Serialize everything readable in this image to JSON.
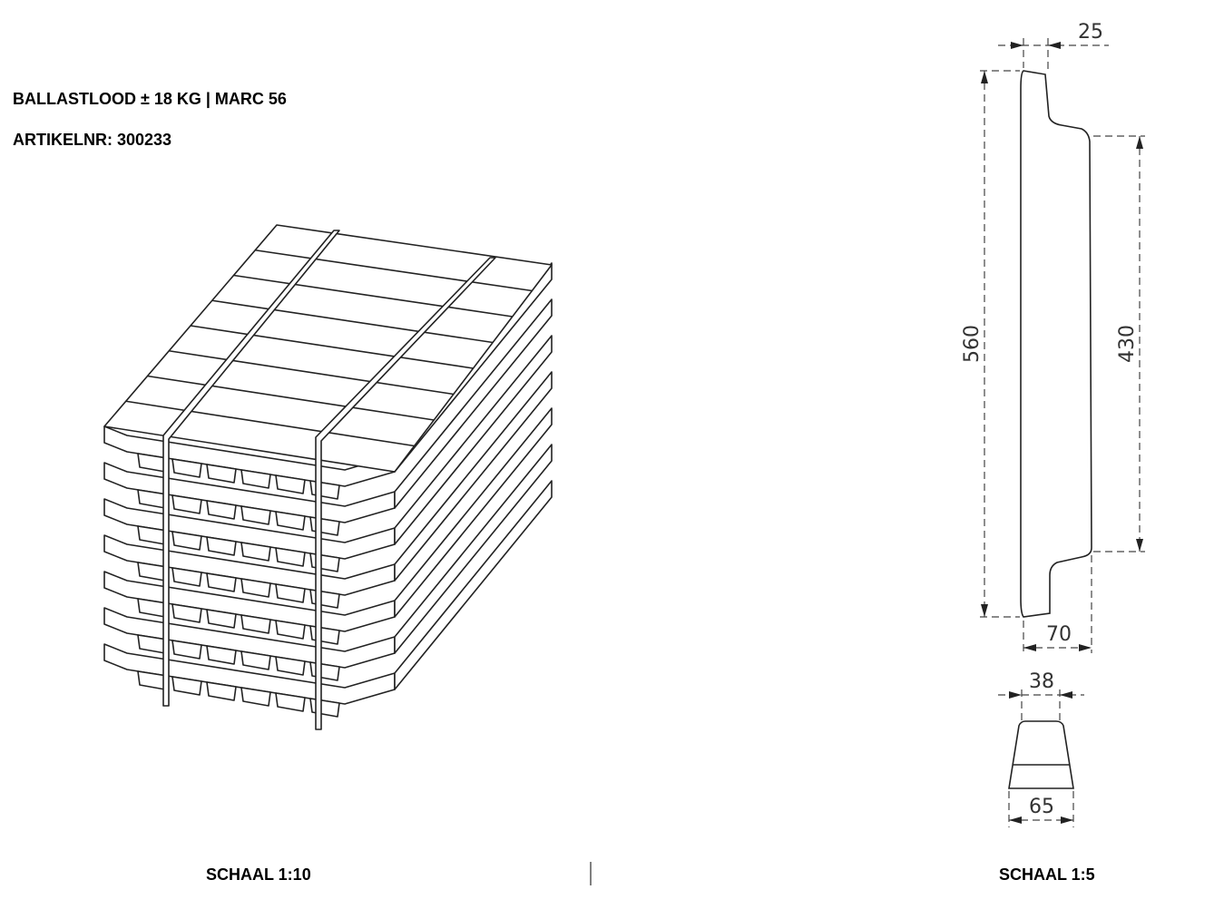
{
  "title": "BALLASTLOOD ± 18 KG | MARC 56",
  "article": "ARTIKELNR: 300233",
  "scale_left": "SCHAAL 1:10",
  "scale_right": "SCHAAL 1:5",
  "dimensions": {
    "top_width": "25",
    "length": "560",
    "inner_length": "430",
    "height": "70",
    "section_top": "38",
    "section_bottom": "65"
  },
  "colors": {
    "line": "#222222"
  }
}
